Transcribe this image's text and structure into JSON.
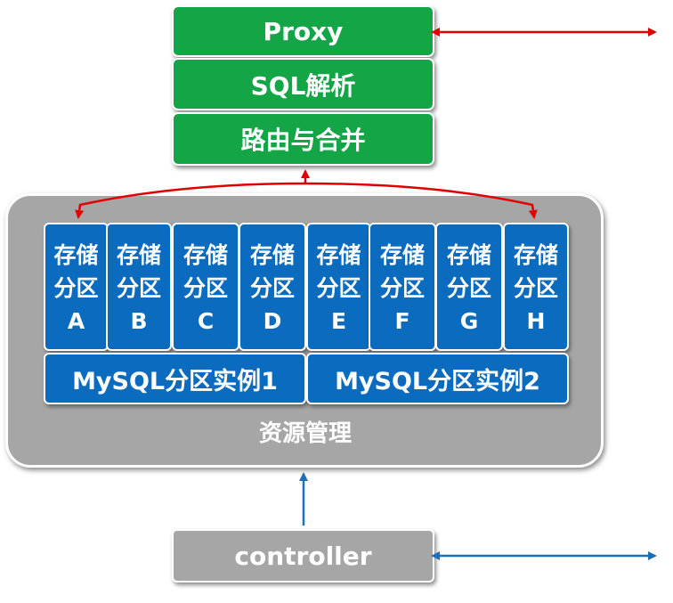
{
  "proxy_stack": {
    "proxy": "Proxy",
    "sql_parse": "SQL解析",
    "route_merge": "路由与合并"
  },
  "resource_management": {
    "label": "资源管理",
    "partitions": [
      {
        "line1": "存储",
        "line2": "分区",
        "letter": "A"
      },
      {
        "line1": "存储",
        "line2": "分区",
        "letter": "B"
      },
      {
        "line1": "存储",
        "line2": "分区",
        "letter": "C"
      },
      {
        "line1": "存储",
        "line2": "分区",
        "letter": "D"
      },
      {
        "line1": "存储",
        "line2": "分区",
        "letter": "E"
      },
      {
        "line1": "存储",
        "line2": "分区",
        "letter": "F"
      },
      {
        "line1": "存储",
        "line2": "分区",
        "letter": "G"
      },
      {
        "line1": "存储",
        "line2": "分区",
        "letter": "H"
      }
    ],
    "instances": [
      "MySQL分区实例1",
      "MySQL分区实例2"
    ]
  },
  "controller": "controller",
  "colors": {
    "green": "#14a546",
    "blue": "#0b6cbf",
    "gray": "#a6a6a6",
    "red_arrow": "#e00000",
    "blue_arrow": "#1f6fb8"
  }
}
